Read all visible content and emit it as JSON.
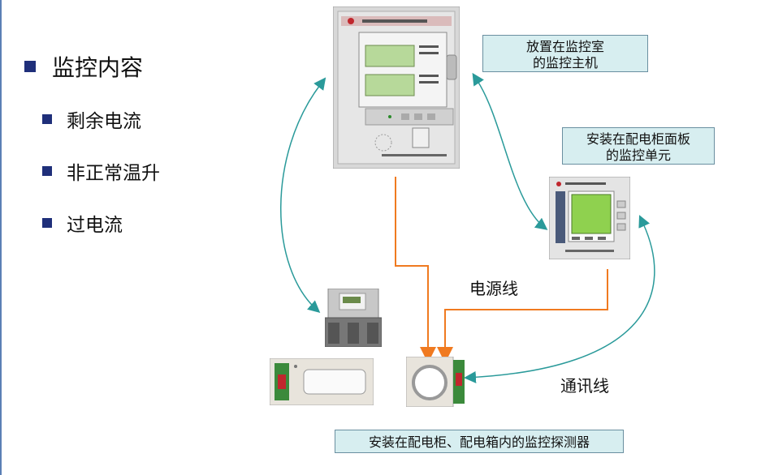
{
  "bullets": {
    "main": "监控内容",
    "items": [
      "剩余电流",
      "非正常温升",
      "过电流"
    ]
  },
  "labels": {
    "host": "放置在监控室\n的监控主机",
    "host_line1": "放置在监控室",
    "host_line2": "的监控主机",
    "unit_line1": "安装在配电柜面板",
    "unit_line2": "的监控单元",
    "power_line": "电源线",
    "comm_line": "通讯线",
    "detector": "安装在配电柜、配电箱内的监控探测器"
  },
  "colors": {
    "bullet": "#1f2f7a",
    "note_bg": "#d7eef0",
    "power_arrow": "#f07a20",
    "comm_arrow": "#2a9a9a"
  }
}
